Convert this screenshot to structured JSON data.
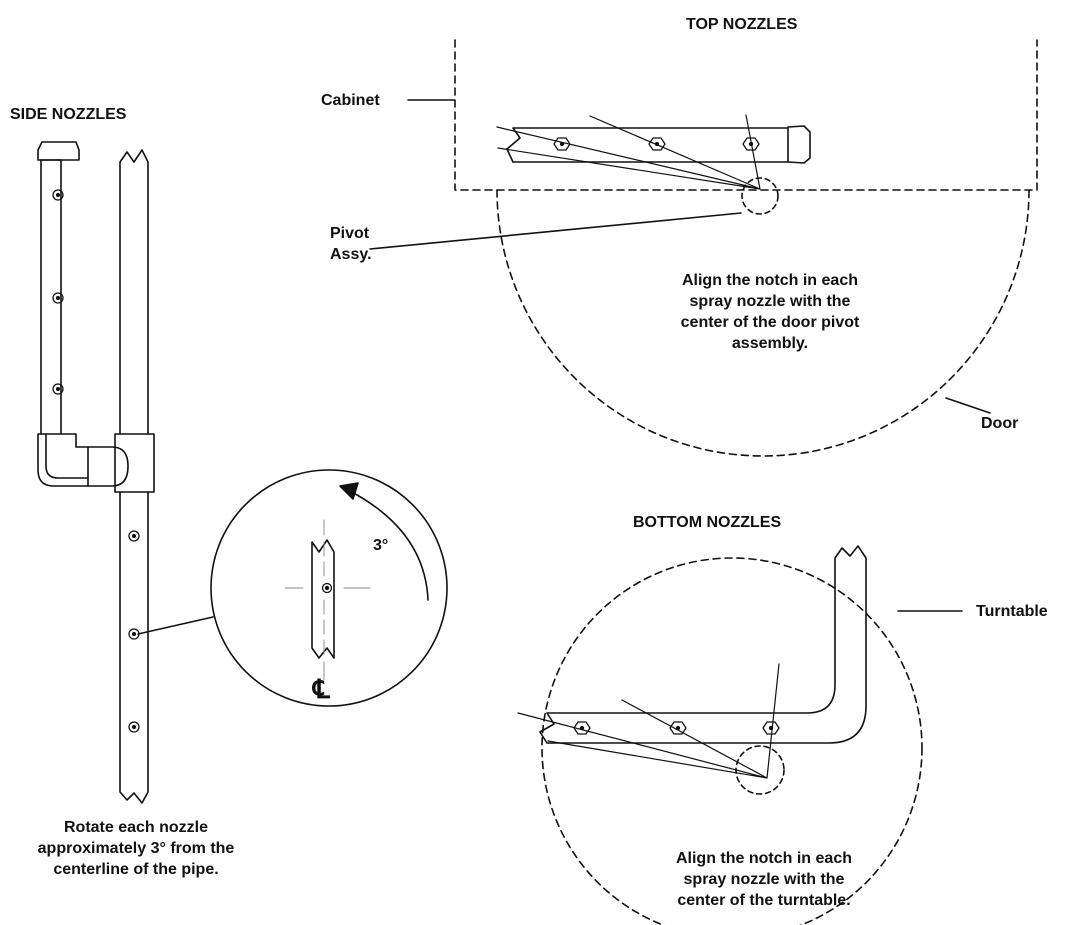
{
  "side": {
    "title": "SIDE NOZZLES",
    "caption": [
      "Rotate each nozzle",
      "approximately 3° from the",
      "centerline of the pipe."
    ],
    "angle_label": "3°",
    "centerline_symbol": "℄"
  },
  "top": {
    "title": "TOP NOZZLES",
    "cabinet_label": "Cabinet",
    "pivot_label": [
      "Pivot",
      "Assy."
    ],
    "door_label": "Door",
    "note": [
      "Align the notch in each",
      "spray nozzle with the",
      "center of the door pivot",
      "assembly."
    ]
  },
  "bottom": {
    "title": "BOTTOM NOZZLES",
    "turntable_label": "Turntable",
    "note": [
      "Align the notch in each",
      "spray nozzle with the",
      "center of the turntable."
    ]
  },
  "colors": {
    "ink": "#111111",
    "background": "#ffffff"
  }
}
